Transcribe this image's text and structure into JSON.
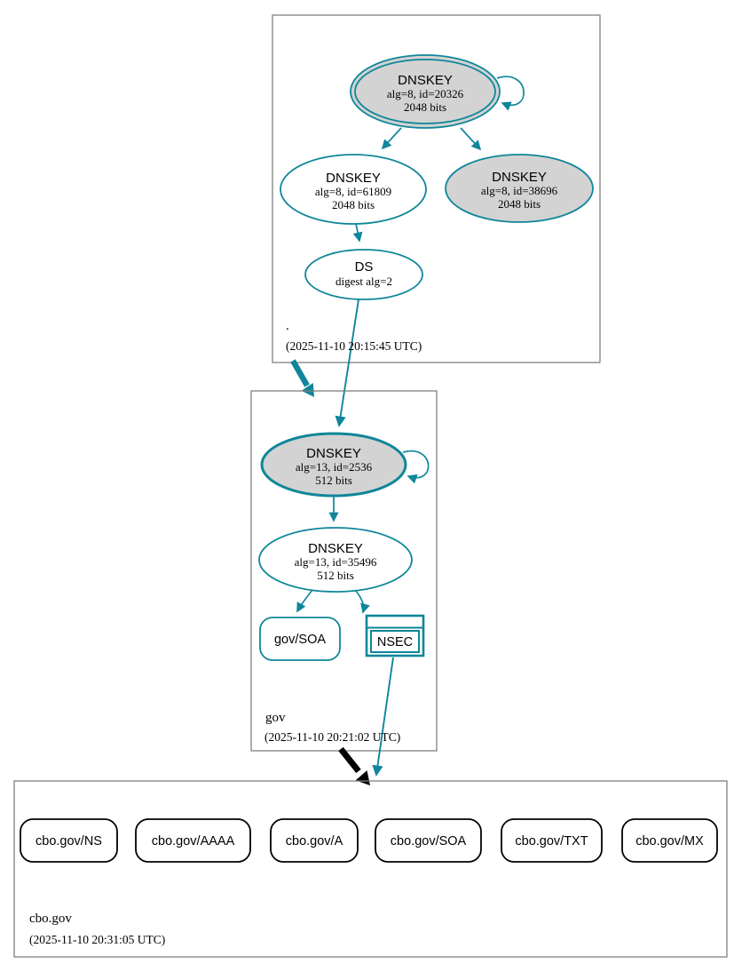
{
  "colors": {
    "secure_teal": "#0f869a",
    "insecure_black": "#000000",
    "ksk_fill": "#d3d3d3",
    "node_fill": "#ffffff",
    "zone_border": "#7f7f7f"
  },
  "zones": [
    {
      "name": ".",
      "timestamp": "(2025-11-10 20:15:45 UTC)",
      "nodes": {
        "ksk": {
          "title": "DNSKEY",
          "alg": "alg=8, id=20326",
          "bits": "2048 bits"
        },
        "zsk": {
          "title": "DNSKEY",
          "alg": "alg=8, id=61809",
          "bits": "2048 bits"
        },
        "key2": {
          "title": "DNSKEY",
          "alg": "alg=8, id=38696",
          "bits": "2048 bits"
        },
        "ds": {
          "title": "DS",
          "alg": "digest alg=2"
        }
      }
    },
    {
      "name": "gov",
      "timestamp": "(2025-11-10 20:21:02 UTC)",
      "nodes": {
        "ksk": {
          "title": "DNSKEY",
          "alg": "alg=13, id=2536",
          "bits": "512 bits"
        },
        "zsk": {
          "title": "DNSKEY",
          "alg": "alg=13, id=35496",
          "bits": "512 bits"
        },
        "soa": {
          "label": "gov/SOA"
        },
        "nsec": {
          "label": "NSEC"
        }
      }
    },
    {
      "name": "cbo.gov",
      "timestamp": "(2025-11-10 20:31:05 UTC)",
      "rrsets": [
        {
          "label": "cbo.gov/NS"
        },
        {
          "label": "cbo.gov/AAAA"
        },
        {
          "label": "cbo.gov/A"
        },
        {
          "label": "cbo.gov/SOA"
        },
        {
          "label": "cbo.gov/TXT"
        },
        {
          "label": "cbo.gov/MX"
        }
      ]
    }
  ]
}
